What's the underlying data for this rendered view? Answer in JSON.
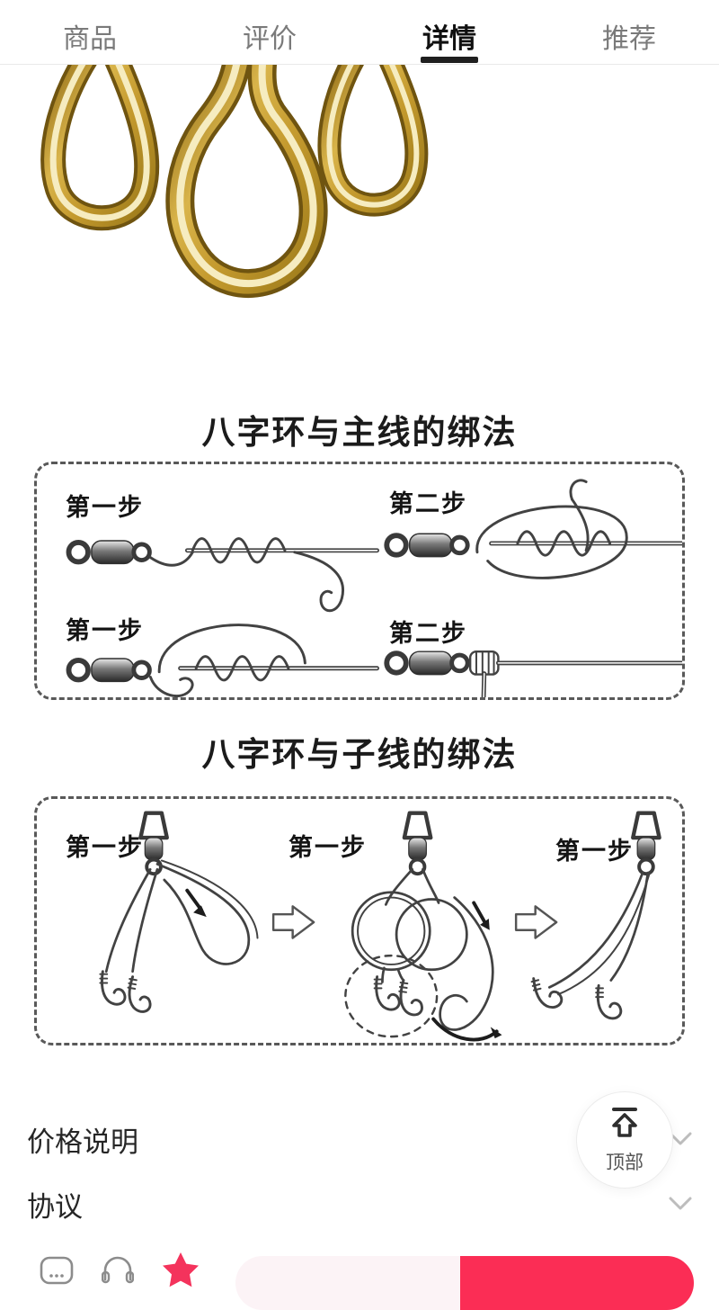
{
  "header": {
    "tabs": [
      {
        "label": "商品",
        "active": false
      },
      {
        "label": "评价",
        "active": false
      },
      {
        "label": "详情",
        "active": true
      },
      {
        "label": "推荐",
        "active": false
      }
    ]
  },
  "product_image": {
    "icon": "gold-figure-eight-rings-graphic",
    "gold_colors": {
      "dark": "#7a5c10",
      "mid": "#d9b44a",
      "highlight": "#f6ecc0"
    }
  },
  "sections": [
    {
      "title": "八字环与主线的绑法",
      "steps": [
        "第一步",
        "第二步",
        "第一步",
        "第二步"
      ]
    },
    {
      "title": "八字环与子线的绑法",
      "steps": [
        "第一步",
        "第一步",
        "第一步"
      ]
    }
  ],
  "accordion": [
    {
      "label": "价格说明",
      "icon": "chevron-down-icon"
    },
    {
      "label": "协议",
      "icon": "chevron-down-icon"
    }
  ],
  "back_to_top": {
    "label": "顶部",
    "icon": "arrow-up-to-top-icon"
  },
  "bottom_bar": {
    "icons": [
      {
        "name": "shop-icon"
      },
      {
        "name": "customer-service-icon"
      },
      {
        "name": "favorite-star-icon",
        "color": "#f4335c"
      }
    ],
    "buttons": [
      {
        "name": "cart-button",
        "color": "#fcf3f6"
      },
      {
        "name": "buy-button",
        "color": "#fb2d55"
      }
    ]
  },
  "colors": {
    "tab_active": "#101010",
    "tab_inactive": "#7a7a7a",
    "accent_red": "#fb2d55",
    "diagram_stroke": "#424242",
    "dashed_border": "#595959"
  }
}
